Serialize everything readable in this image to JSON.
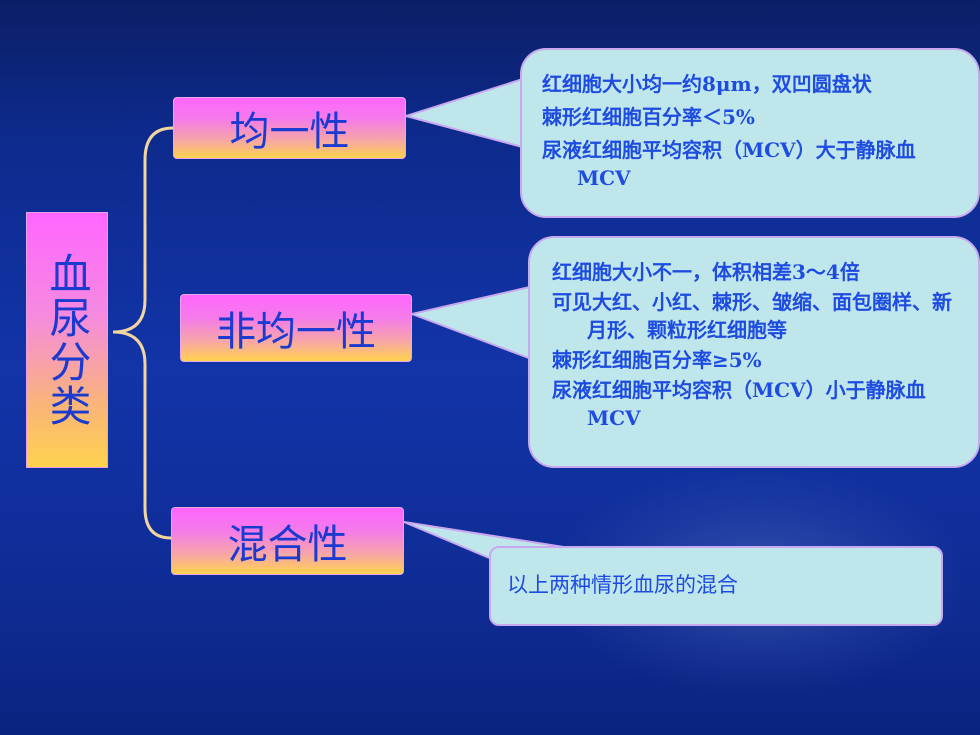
{
  "root": {
    "label": "血尿分类"
  },
  "nodes": [
    {
      "label": "均一性"
    },
    {
      "label": "非均一性"
    },
    {
      "label": "混合性"
    }
  ],
  "callouts": [
    {
      "lines": [
        "红细胞大小均一约8μm，双凹圆盘状",
        "棘形红细胞百分率＜5%",
        "尿液红细胞平均容积（MCV）大于静脉血MCV"
      ]
    },
    {
      "lines": [
        "红细胞大小不一，体积相差3～4倍",
        "可见大红、小红、棘形、皱缩、面包圈样、新月形、颗粒形红细胞等",
        "棘形红细胞百分率≥5%",
        "尿液红细胞平均容积（MCV）小于静脉血MCV"
      ]
    },
    {
      "lines": [
        "以上两种情形血尿的混合"
      ]
    }
  ],
  "colors": {
    "background": "#1234a8",
    "node_text": "#1a3ad0",
    "callout_fill": "#bfe6ea",
    "callout_border": "#c8a8ee",
    "brace": "#f2d6a0"
  }
}
